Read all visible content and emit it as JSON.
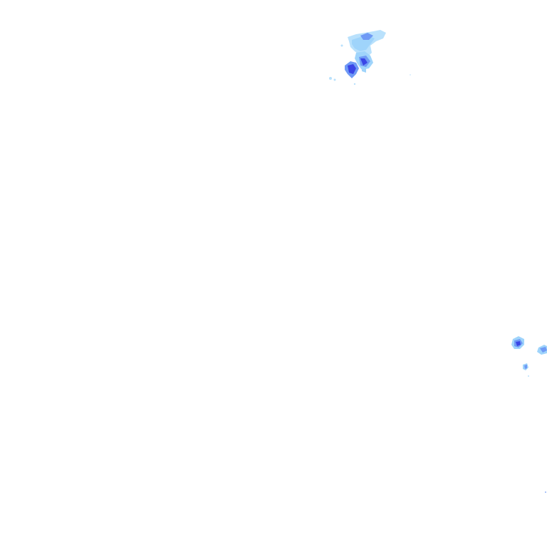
{
  "map": {
    "background_color": "#ffffff",
    "legend_colors": {
      "light_rain": "#9fd4fb",
      "moderate_rain": "#6f9af5",
      "heavy_rain": "#3a46e6"
    },
    "precipitation_cells": [
      {
        "id": "north-cluster",
        "intensity": "heavy"
      },
      {
        "id": "east-cluster-upper",
        "intensity": "moderate"
      },
      {
        "id": "east-cluster-edge",
        "intensity": "moderate"
      },
      {
        "id": "east-cluster-lower",
        "intensity": "moderate"
      }
    ]
  }
}
